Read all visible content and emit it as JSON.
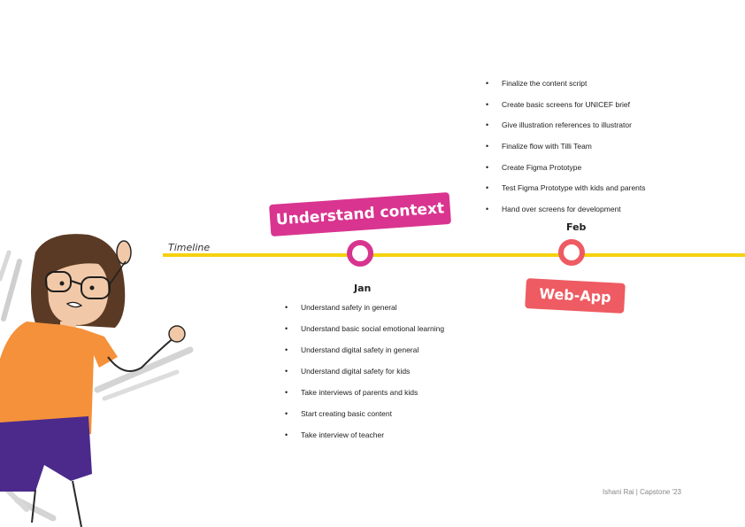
{
  "timeline": {
    "label": "Timeline",
    "line_color": "#f5d20e"
  },
  "jan": {
    "month": "Jan",
    "tag": "Understand context",
    "tag_color": "#d9348f",
    "tasks": [
      "Understand safety in general",
      "Understand basic social emotional learning",
      "Understand digital safety in general",
      "Understand digital safety for kids",
      "Take interviews of parents and kids",
      "Start creating basic content",
      "Take interview of teacher"
    ]
  },
  "feb": {
    "month": "Feb",
    "tag": "Web-App",
    "tag_color": "#ee5b62",
    "tasks": [
      "Finalize the content script",
      "Create basic screens for UNICEF brief",
      "Give illustration references to illustrator",
      "Finalize flow with Tilli Team",
      "Create Figma Prototype",
      "Test Figma Prototype with kids and parents",
      "Hand over screens for development"
    ]
  },
  "footer": "Ishani Rai | Capstone '23",
  "illustration": {
    "icon": "girl-character-illustration",
    "shirt_color": "#f4913a",
    "pants_color": "#4b2a8c",
    "hair_color": "#5a3a24"
  }
}
